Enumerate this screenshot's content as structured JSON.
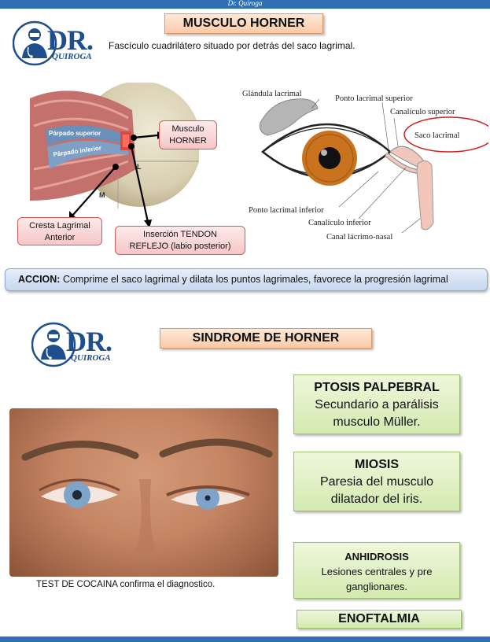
{
  "header": {
    "author": "Dr. Quiroga"
  },
  "logo": {
    "dr": "DR.",
    "quiroga": "QUIROGA"
  },
  "section1": {
    "title": "MUSCULO HORNER",
    "description": "Fascículo cuadrilátero situado por detrás del saco lagrimal.",
    "anatomy": {
      "parpado_superior": "Párpado superior",
      "parpado_inferior": "Párpado inferior",
      "letter_l": "L",
      "letter_m": "M"
    },
    "labels": {
      "musculo_horner_1": "Musculo",
      "musculo_horner_2": "HORNER",
      "cresta_1": "Cresta Lagrimal",
      "cresta_2": "Anterior",
      "insercion_1": "Inserción TENDON",
      "insercion_2": "REFLEJO  (labio posterior)"
    },
    "diagram": {
      "glandula": "Glándula lacrimal",
      "ponto_superior": "Ponto lacrimal superior",
      "canaliculo_superior": "Canalículo superior",
      "saco": "Saco lacrimal",
      "ponto_inferior": "Ponto lacrimal inferior",
      "canaliculo_inferior": "Canalículo inferior",
      "canal": "Canal lácrimo-nasal"
    }
  },
  "accion": {
    "label": "ACCION:",
    "text": " Comprime el saco lagrimal y dilata los puntos lagrimales, favorece la progresión lagrimal"
  },
  "section2": {
    "title": "SINDROME DE HORNER",
    "caption": "TEST DE COCAINA confirma el diagnostico.",
    "boxes": {
      "ptosis_title": "PTOSIS PALPEBRAL",
      "ptosis_line1": "Secundario a parálisis",
      "ptosis_line2": "musculo Müller.",
      "miosis_title": "MIOSIS",
      "miosis_line1": "Paresia del musculo",
      "miosis_line2": "dilatador del iris.",
      "anhidrosis_title": "ANHIDROSIS",
      "anhidrosis_line1": "Lesiones centrales y pre",
      "anhidrosis_line2": "ganglionares.",
      "enoftalmia_title": "ENOFTALMIA"
    }
  },
  "colors": {
    "brand_blue": "#2f6fb4",
    "orange_title": "#fbc9a6",
    "green_box": "#d3eab0",
    "red_label": "#f7c6c6",
    "iris": "#c9731f"
  }
}
